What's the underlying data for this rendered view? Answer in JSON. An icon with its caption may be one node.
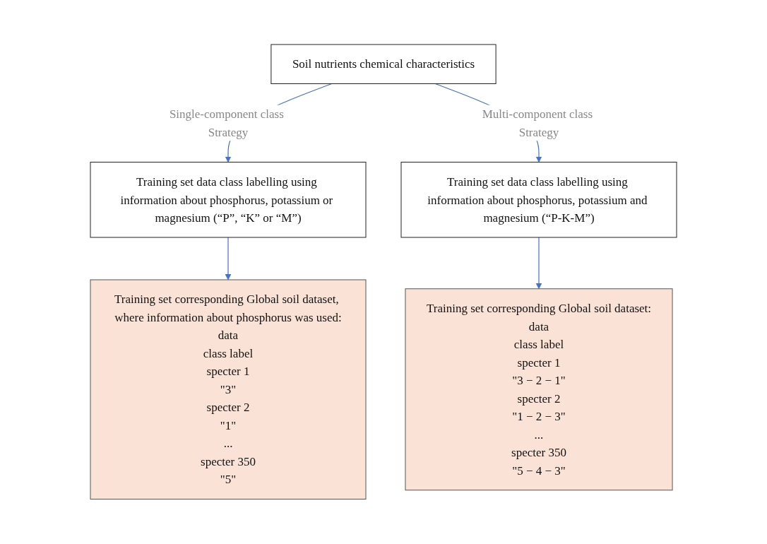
{
  "diagram": {
    "nodes": [
      {
        "text": [
          "Soil nutrients chemical characteristics"
        ]
      },
      {
        "text": [
          "Training set data class labelling using information about phosphorus, potassium or magnesium (“P”, “K” or “M”)"
        ]
      },
      {
        "text": [
          "Training set data class labelling using information about phosphorus, potassium and magnesium (“P-K-M”)"
        ]
      },
      {
        "text": [
          "Training set corresponding Global soil dataset, where information about phosphorus was used:",
          "data",
          "class label",
          "specter 1",
          "\"3\"",
          "specter 2",
          "\"1\"",
          "...",
          "specter 350",
          "\"5\""
        ]
      },
      {
        "text": [
          "Training set corresponding Global soil dataset:",
          "data",
          "class label",
          "specter 1",
          "\"3 − 2 − 1\"",
          "specter 2",
          "\"1 − 2 − 3\"",
          "...",
          "specter 350",
          "\"5 − 4 − 3\""
        ]
      }
    ],
    "edges": [
      {
        "from": 0,
        "to": 1,
        "arrow": "to",
        "label": "Single-component class Strategy"
      },
      {
        "from": 0,
        "to": 2,
        "arrow": "to",
        "label": "Multi-component class Strategy"
      },
      {
        "from": 1,
        "to": 3,
        "arrow": "to"
      },
      {
        "from": 2,
        "to": 4,
        "arrow": "to"
      }
    ]
  }
}
